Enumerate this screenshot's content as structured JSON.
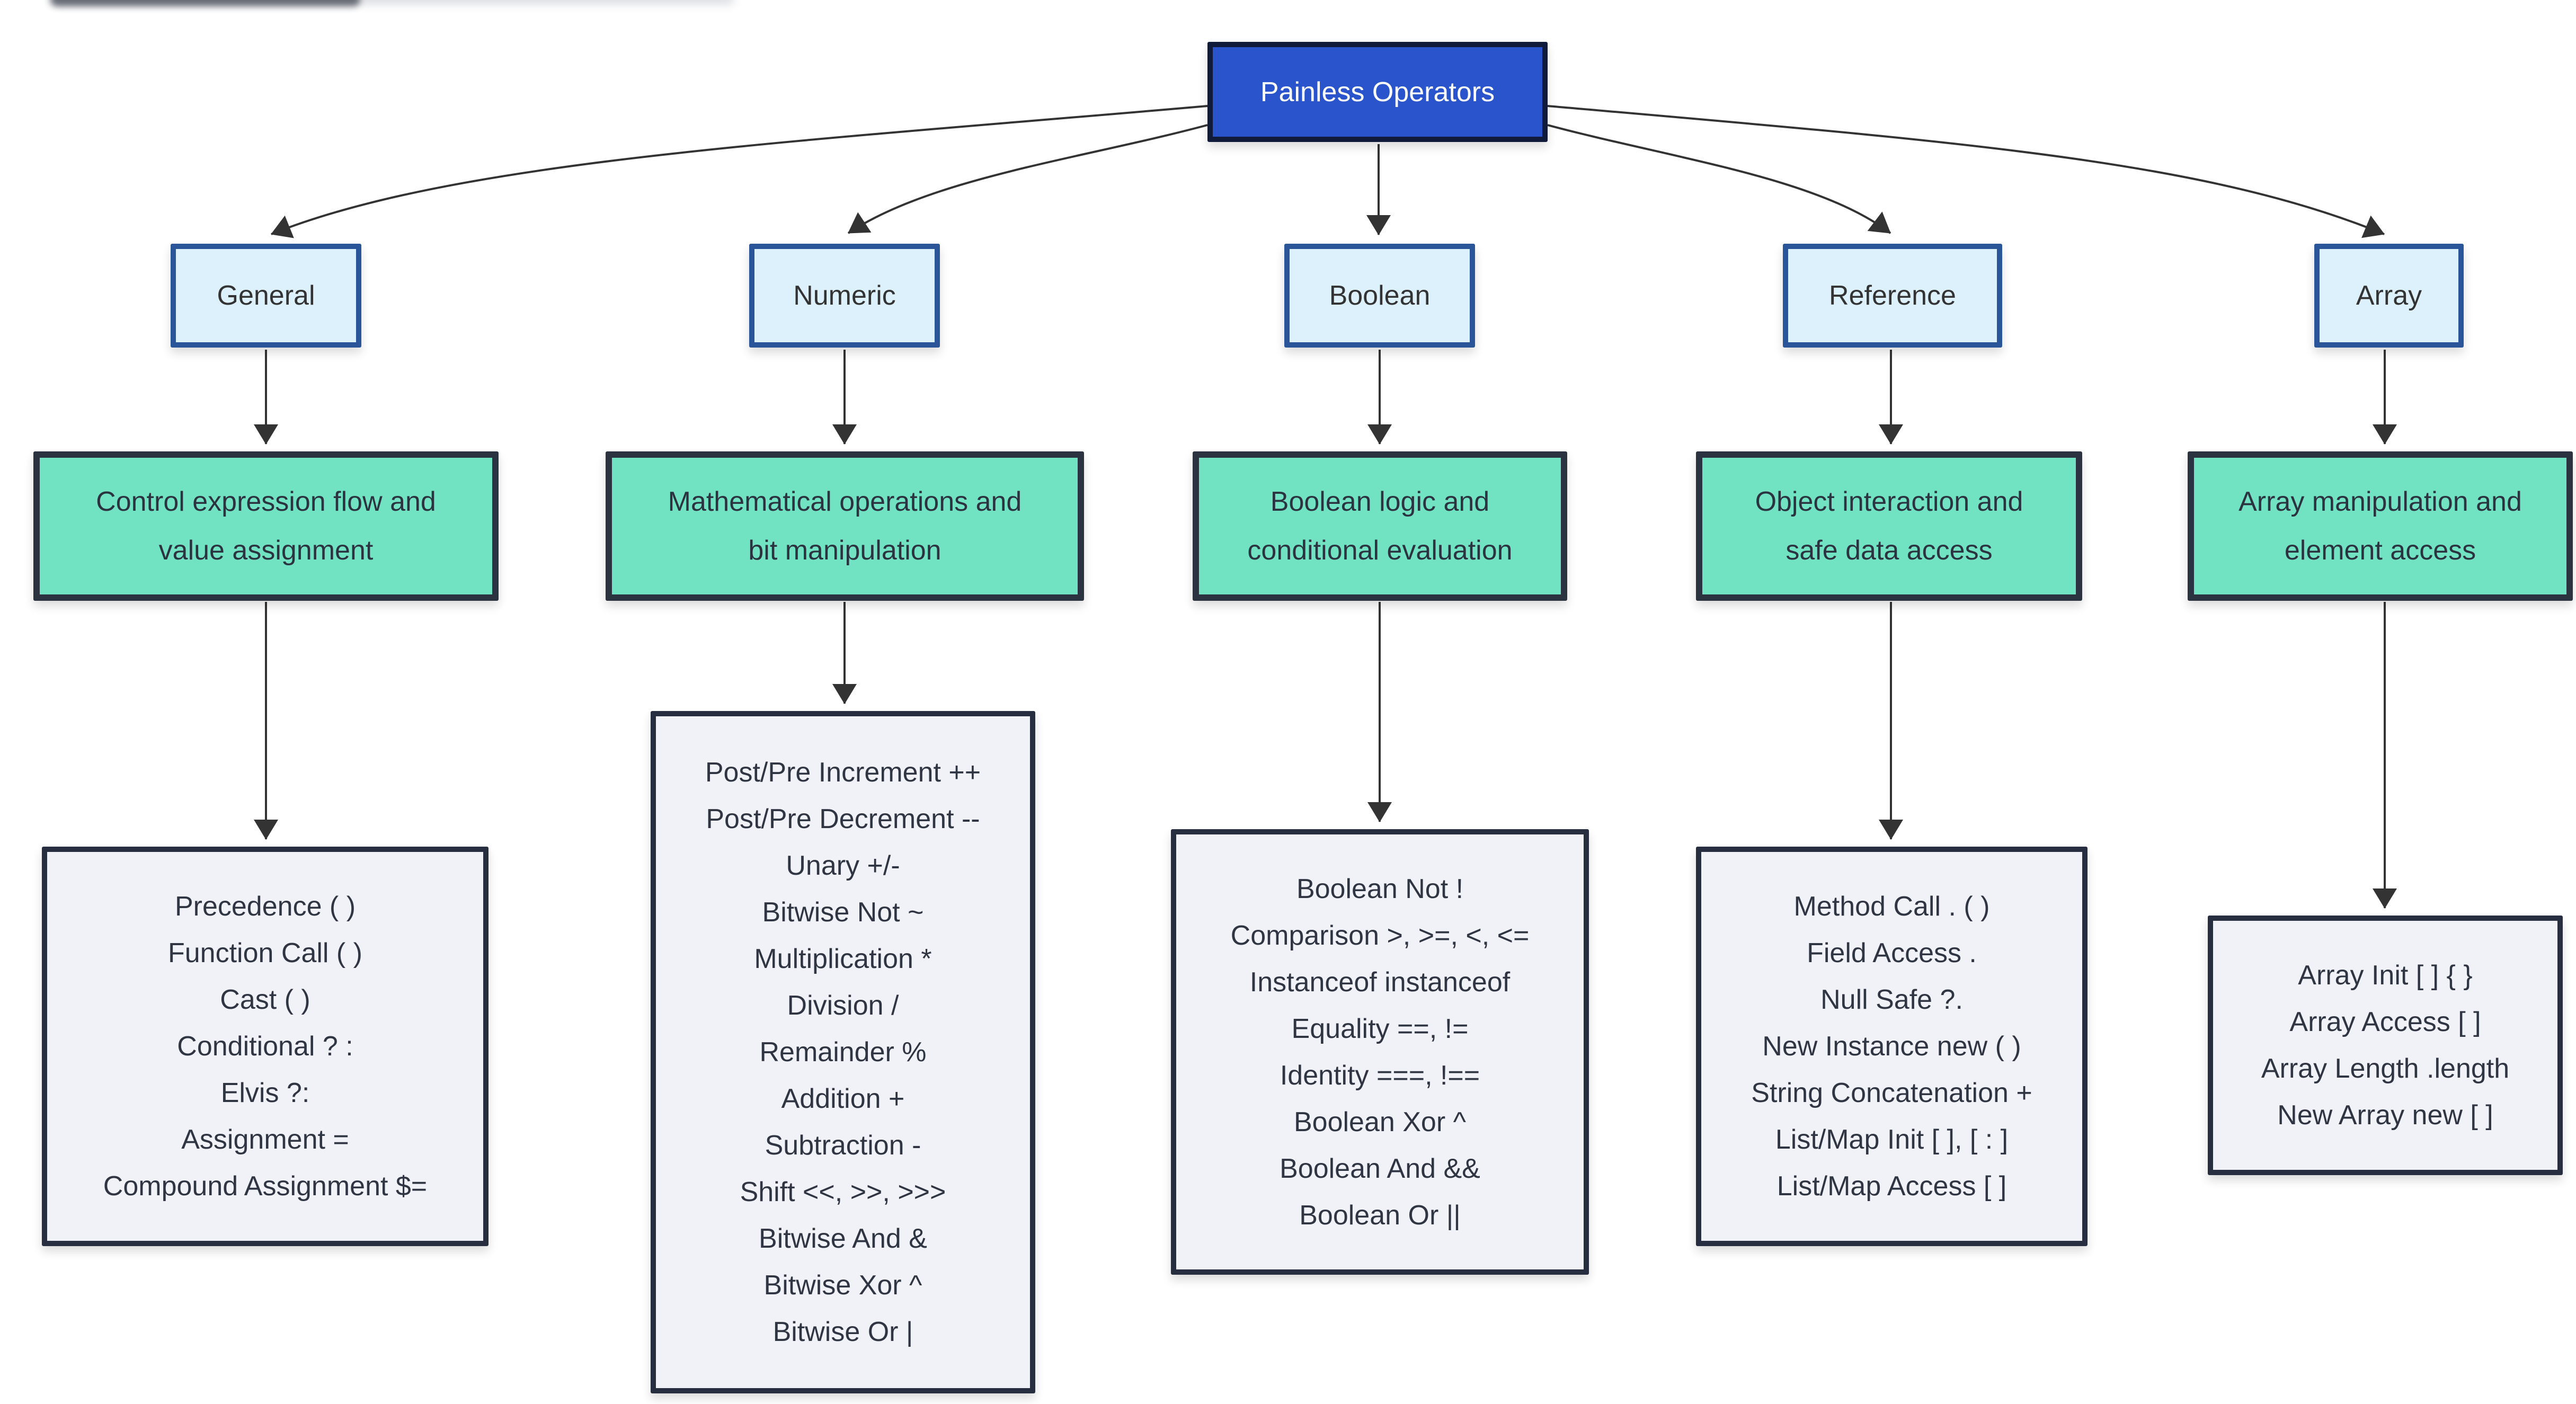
{
  "diagram": {
    "title": "Painless Operators",
    "colors": {
      "root_fill": "#2a54cc",
      "root_border": "#101b3c",
      "root_text": "#ffffff",
      "category_fill": "#ddf1fc",
      "category_border": "#2a5599",
      "category_text": "#333333",
      "summary_fill": "#72e3c2",
      "summary_border": "#2b3240",
      "summary_text": "#2b3240",
      "detail_fill": "#f0f2f7",
      "detail_border": "#272e3f",
      "detail_text": "#2f3542",
      "edge": "#333333"
    },
    "branches": [
      {
        "label": "General",
        "summary_lines": [
          "Control expression flow and",
          "value assignment"
        ],
        "operators": [
          "Precedence ( )",
          "Function Call ( )",
          "Cast ( )",
          "Conditional ? :",
          "Elvis ?:",
          "Assignment =",
          "Compound Assignment $="
        ]
      },
      {
        "label": "Numeric",
        "summary_lines": [
          "Mathematical operations and",
          "bit manipulation"
        ],
        "operators": [
          "Post/Pre Increment ++",
          "Post/Pre Decrement --",
          "Unary +/-",
          "Bitwise Not ~",
          "Multiplication *",
          "Division /",
          "Remainder %",
          "Addition +",
          "Subtraction -",
          "Shift <<, >>, >>>",
          "Bitwise And &",
          "Bitwise Xor ^",
          "Bitwise Or |"
        ]
      },
      {
        "label": "Boolean",
        "summary_lines": [
          "Boolean logic and",
          "conditional evaluation"
        ],
        "operators": [
          "Boolean Not !",
          "Comparison >, >=, <, <=",
          "Instanceof instanceof",
          "Equality ==, !=",
          "Identity ===, !==",
          "Boolean Xor ^",
          "Boolean And &&",
          "Boolean Or ||"
        ]
      },
      {
        "label": "Reference",
        "summary_lines": [
          "Object interaction and",
          "safe data access"
        ],
        "operators": [
          "Method Call . ( )",
          "Field Access .",
          "Null Safe ?.",
          "New Instance new ( )",
          "String Concatenation +",
          "List/Map Init [ ], [ : ]",
          "List/Map Access [ ]"
        ]
      },
      {
        "label": "Array",
        "summary_lines": [
          "Array manipulation and",
          "element access"
        ],
        "operators": [
          "Array Init [ ] { }",
          "Array Access [ ]",
          "Array Length .length",
          "New Array new [ ]"
        ]
      }
    ]
  }
}
